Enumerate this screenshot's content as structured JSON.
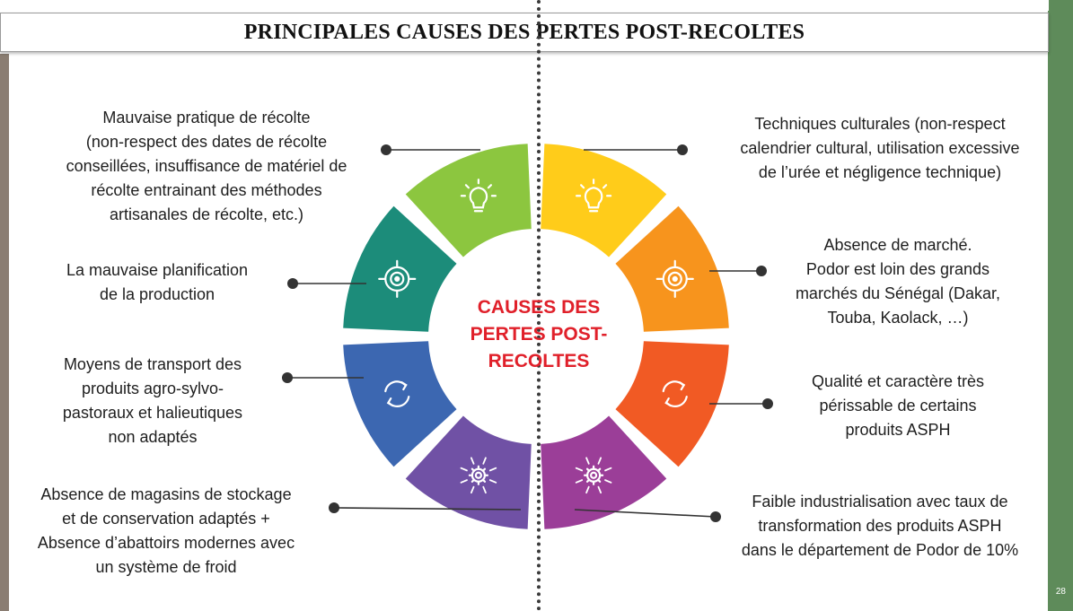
{
  "title": "PRINCIPALES CAUSES DES PERTES POST-RECOLTES",
  "center": {
    "line1": "CAUSES DES",
    "line2": "PERTES POST-",
    "line3": "RECOLTES"
  },
  "colors": {
    "accent_green_bar": "#5e8b5a",
    "left_bar": "#8a7d72",
    "center_text": "#e0202a",
    "segments": [
      "#8cc63f",
      "#ffcc1a",
      "#f7941d",
      "#f15a24",
      "#9b3e98",
      "#7051a5",
      "#3c67b1",
      "#1c8c7a"
    ]
  },
  "segments": [
    {
      "icon": "lightbulb-icon",
      "color": "#8cc63f"
    },
    {
      "icon": "lightbulb-icon",
      "color": "#ffcc1a"
    },
    {
      "icon": "target-icon",
      "color": "#f7941d"
    },
    {
      "icon": "cycle-arrows-icon",
      "color": "#f15a24"
    },
    {
      "icon": "gear-arrows-icon",
      "color": "#9b3e98"
    },
    {
      "icon": "gear-arrows-icon",
      "color": "#7051a5"
    },
    {
      "icon": "cycle-arrows-icon",
      "color": "#3c67b1"
    },
    {
      "icon": "target-icon",
      "color": "#1c8c7a"
    }
  ],
  "causes_left": [
    {
      "lines": [
        "Mauvaise pratique de récolte",
        "(non-respect des dates de récolte",
        "conseillées, insuffisance de matériel de",
        "récolte entrainant des méthodes",
        "artisanales de récolte, etc.)"
      ]
    },
    {
      "lines": [
        "La mauvaise planification",
        "de la production"
      ]
    },
    {
      "lines": [
        "Moyens de transport des",
        "produits agro-sylvo-",
        "pastoraux et halieutiques",
        "non adaptés"
      ]
    },
    {
      "lines": [
        "Absence de magasins de stockage",
        "et de conservation adaptés +",
        "Absence d’abattoirs modernes avec",
        "un système de froid"
      ]
    }
  ],
  "causes_right": [
    {
      "lines": [
        "Techniques culturales (non-respect",
        "calendrier cultural, utilisation excessive",
        "de l’urée et négligence technique)"
      ]
    },
    {
      "lines": [
        "Absence de marché.",
        "Podor est loin des grands",
        "marchés du Sénégal (Dakar,",
        "Touba, Kaolack, …)"
      ]
    },
    {
      "lines": [
        "Qualité et caractère très",
        "périssable de certains",
        "produits ASPH"
      ]
    },
    {
      "lines": [
        "Faible industrialisation avec taux de",
        "transformation des produits ASPH",
        "dans le département de Podor de 10%"
      ]
    }
  ],
  "page_number": "28"
}
